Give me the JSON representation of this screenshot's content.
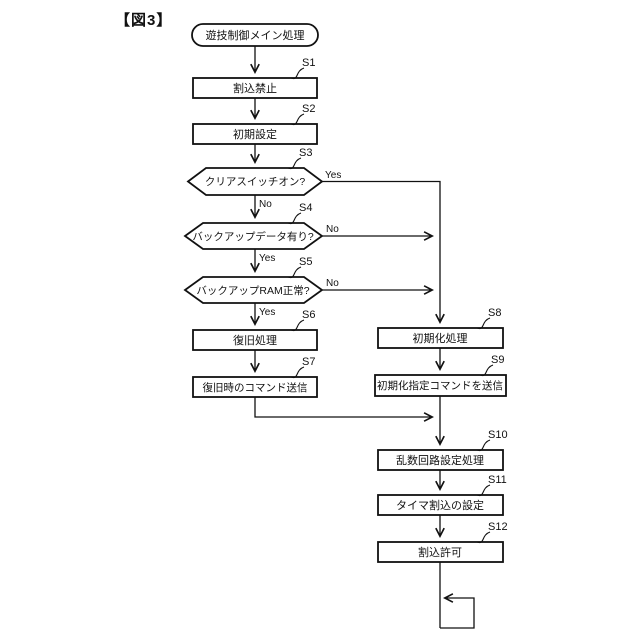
{
  "figure_label": "【図3】",
  "flowchart": {
    "start": {
      "label": "遊技制御メイン処理"
    },
    "steps": [
      {
        "id": "S1",
        "label": "割込禁止",
        "type": "process"
      },
      {
        "id": "S2",
        "label": "初期設定",
        "type": "process"
      },
      {
        "id": "S3",
        "label": "クリアスイッチオン?",
        "type": "decision",
        "yes": "Yes",
        "no": "No"
      },
      {
        "id": "S4",
        "label": "バックアップデータ有り?",
        "type": "decision",
        "yes": "Yes",
        "no": "No"
      },
      {
        "id": "S5",
        "label": "バックアップRAM正常?",
        "type": "decision",
        "yes": "Yes",
        "no": "No"
      },
      {
        "id": "S6",
        "label": "復旧処理",
        "type": "process"
      },
      {
        "id": "S7",
        "label": "復旧時のコマンド送信",
        "type": "process"
      },
      {
        "id": "S8",
        "label": "初期化処理",
        "type": "process"
      },
      {
        "id": "S9",
        "label": "初期化指定コマンドを送信",
        "type": "process"
      },
      {
        "id": "S10",
        "label": "乱数回路設定処理",
        "type": "process"
      },
      {
        "id": "S11",
        "label": "タイマ割込の設定",
        "type": "process"
      },
      {
        "id": "S12",
        "label": "割込許可",
        "type": "process"
      }
    ]
  },
  "colors": {
    "stroke": "#111111",
    "background": "#ffffff"
  }
}
